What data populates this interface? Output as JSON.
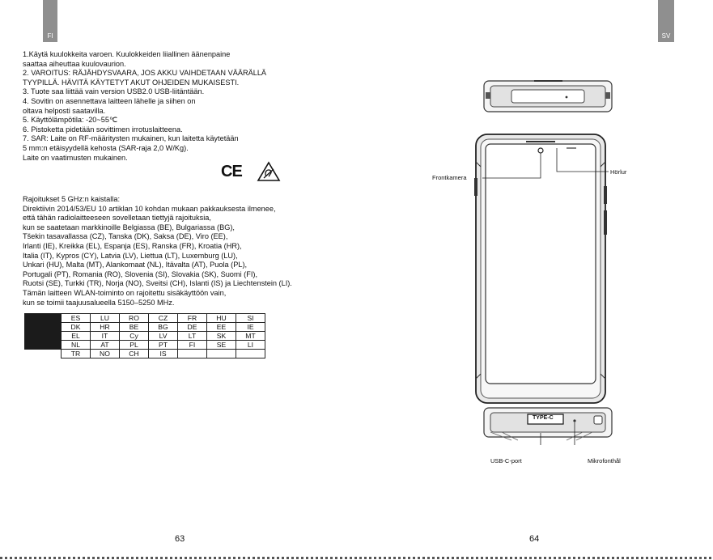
{
  "tabs": {
    "left": "FI",
    "right": "SV"
  },
  "instructions": [
    "1.Käytä kuulokkeita varoen. Kuulokkeiden liiallinen äänenpaine",
    "saattaa aiheuttaa kuulovaurion.",
    "2. VAROITUS: RÄJÄHDYSVAARA, JOS AKKU VAIHDETAAN VÄÄRÄLLÄ",
    "TYYPILLÄ. HÄVITÄ KÄYTETYT AKUT OHJEIDEN MUKAISESTI.",
    "3. Tuote saa liittää vain version USB2.0 USB-liitäntään.",
    "4. Sovitin on asennettava laitteen lähelle ja siihen on",
    "oltava helposti saatavilla.",
    "5. Käyttölämpötila: -20~55℃",
    "6. Pistoketta pidetään sovittimen irrotuslaitteena.",
    "7. SAR: Laite on RF-määritysten mukainen, kun laitetta käytetään",
    "5 mm:n etäisyydellä kehosta (SAR-raja 2,0 W/Kg).",
    "Laite on vaatimusten mukainen."
  ],
  "ce_mark": "CE",
  "restrictions": [
    "Rajoitukset 5 GHz:n kaistalla:",
    "Direktiivin 2014/53/EU 10 artiklan 10 kohdan mukaan pakkauksesta ilmenee,",
    "että tähän radiolaitteeseen sovelletaan tiettyjä rajoituksia,",
    "kun se saatetaan markkinoille Belgiassa (BE), Bulgariassa (BG),",
    "Tšekin tasavallassa (CZ), Tanska (DK), Saksa (DE), Viro (EE),",
    "Irlanti (IE), Kreikka (EL), Espanja (ES), Ranska (FR), Kroatia (HR),",
    "Italia (IT), Kypros (CY), Latvia (LV), Liettua (LT), Luxemburg (LU),",
    "Unkari (HU), Malta (MT), Alankomaat (NL), Itävalta (AT), Puola (PL),",
    "Portugali (PT), Romania (RO), Slovenia (SI), Slovakia (SK), Suomi (FI),",
    "Ruotsi (SE), Turkki (TR), Norja (NO), Sveitsi (CH), Islanti (IS) ja Liechtenstein (LI).",
    "Tämän laitteen WLAN-toiminto on rajoitettu sisäkäyttöön vain,",
    "kun se toimii taajuusalueella 5150–5250 MHz."
  ],
  "country_table": [
    [
      "ES",
      "LU",
      "RO",
      "CZ",
      "FR",
      "HU",
      "SI"
    ],
    [
      "DK",
      "HR",
      "BE",
      "BG",
      "DE",
      "EE",
      "IE"
    ],
    [
      "EL",
      "IT",
      "Cy",
      "LV",
      "LT",
      "SK",
      "MT"
    ],
    [
      "NL",
      "AT",
      "PL",
      "PT",
      "FI",
      "SE",
      "LI"
    ],
    [
      "TR",
      "NO",
      "CH",
      "IS",
      "",
      "",
      ""
    ]
  ],
  "callouts": {
    "front_camera": "Frontkamera",
    "earpiece": "Hörlur",
    "type_c_label": "TYPE-C",
    "usb_port": "USB-C-port",
    "microphone": "Mikrofonthål"
  },
  "page_numbers": {
    "left": "63",
    "right": "64"
  }
}
